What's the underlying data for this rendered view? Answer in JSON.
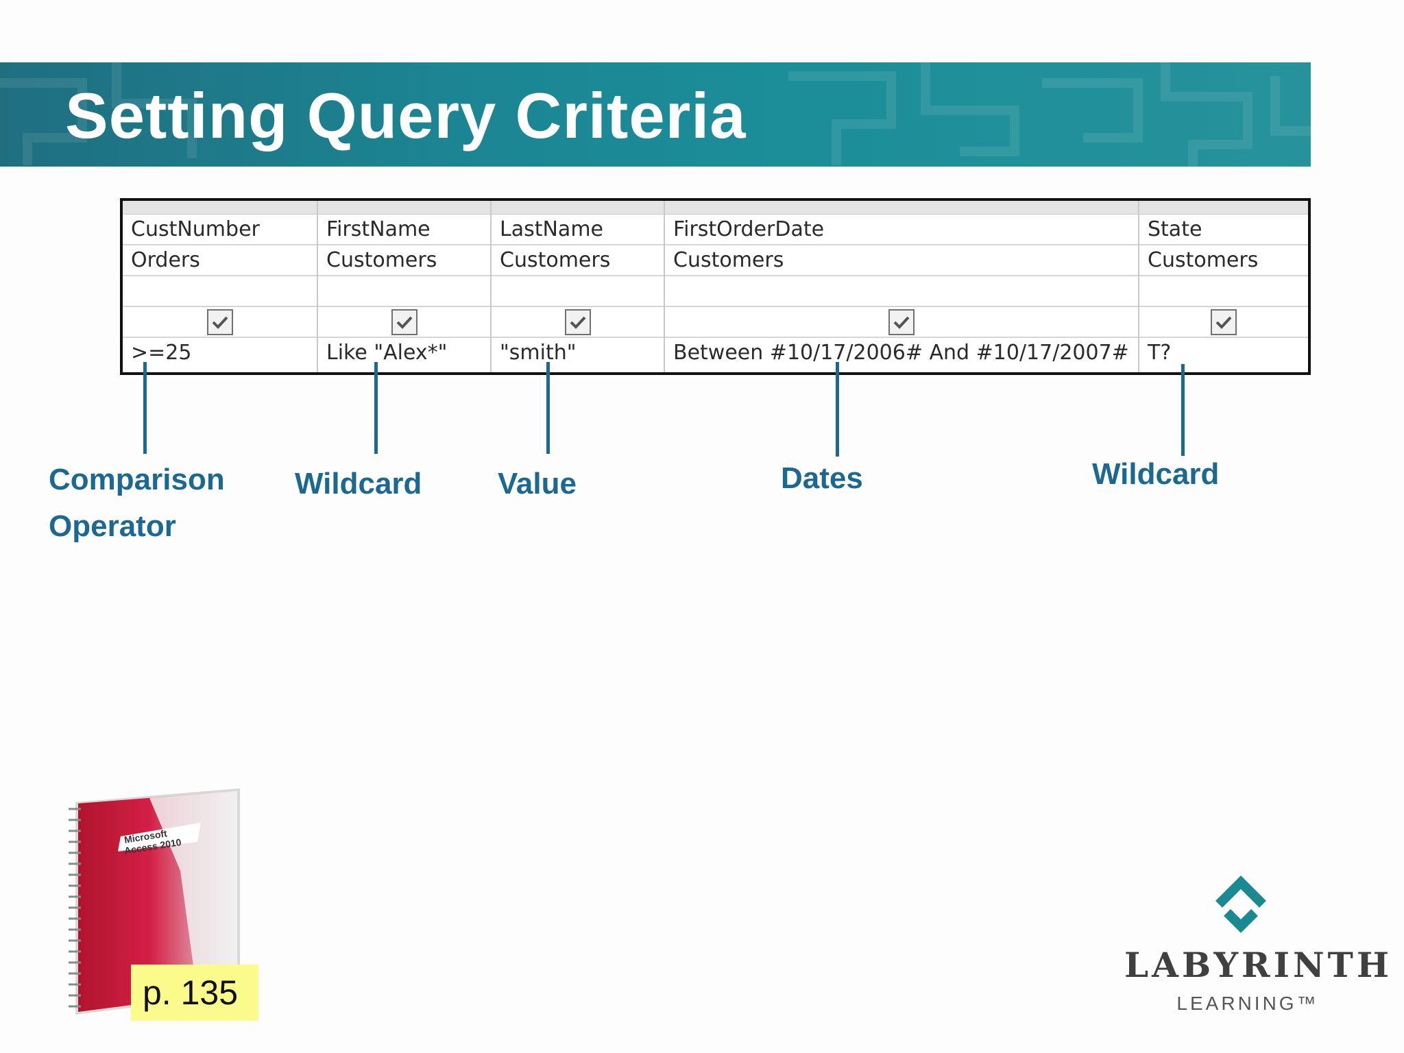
{
  "slide": {
    "title": "Setting Query Criteria"
  },
  "query_grid": {
    "columns": [
      {
        "field": "CustNumber",
        "table": "Orders",
        "sort": "",
        "show": true,
        "criteria": ">=25"
      },
      {
        "field": "FirstName",
        "table": "Customers",
        "sort": "",
        "show": true,
        "criteria": "Like \"Alex*\""
      },
      {
        "field": "LastName",
        "table": "Customers",
        "sort": "",
        "show": true,
        "criteria": "\"smith\""
      },
      {
        "field": "FirstOrderDate",
        "table": "Customers",
        "sort": "",
        "show": true,
        "criteria": "Between #10/17/2006# And #10/17/2007#"
      },
      {
        "field": "State",
        "table": "Customers",
        "sort": "",
        "show": true,
        "criteria": "T?"
      }
    ]
  },
  "callouts": {
    "comparison_line1": "Comparison",
    "comparison_line2": "Operator",
    "wildcard_1": "Wildcard",
    "value": "Value",
    "dates": "Dates",
    "wildcard_2": "Wildcard"
  },
  "book": {
    "cover_line1": "Microsoft",
    "cover_line2": "Access 2010",
    "page_ref": "p. 135"
  },
  "logo": {
    "name": "LABYRINTH",
    "sub": "LEARNING™"
  },
  "colors": {
    "accent": "#1b6890",
    "banner": "#1c8593",
    "highlight": "#fbfb8c"
  }
}
